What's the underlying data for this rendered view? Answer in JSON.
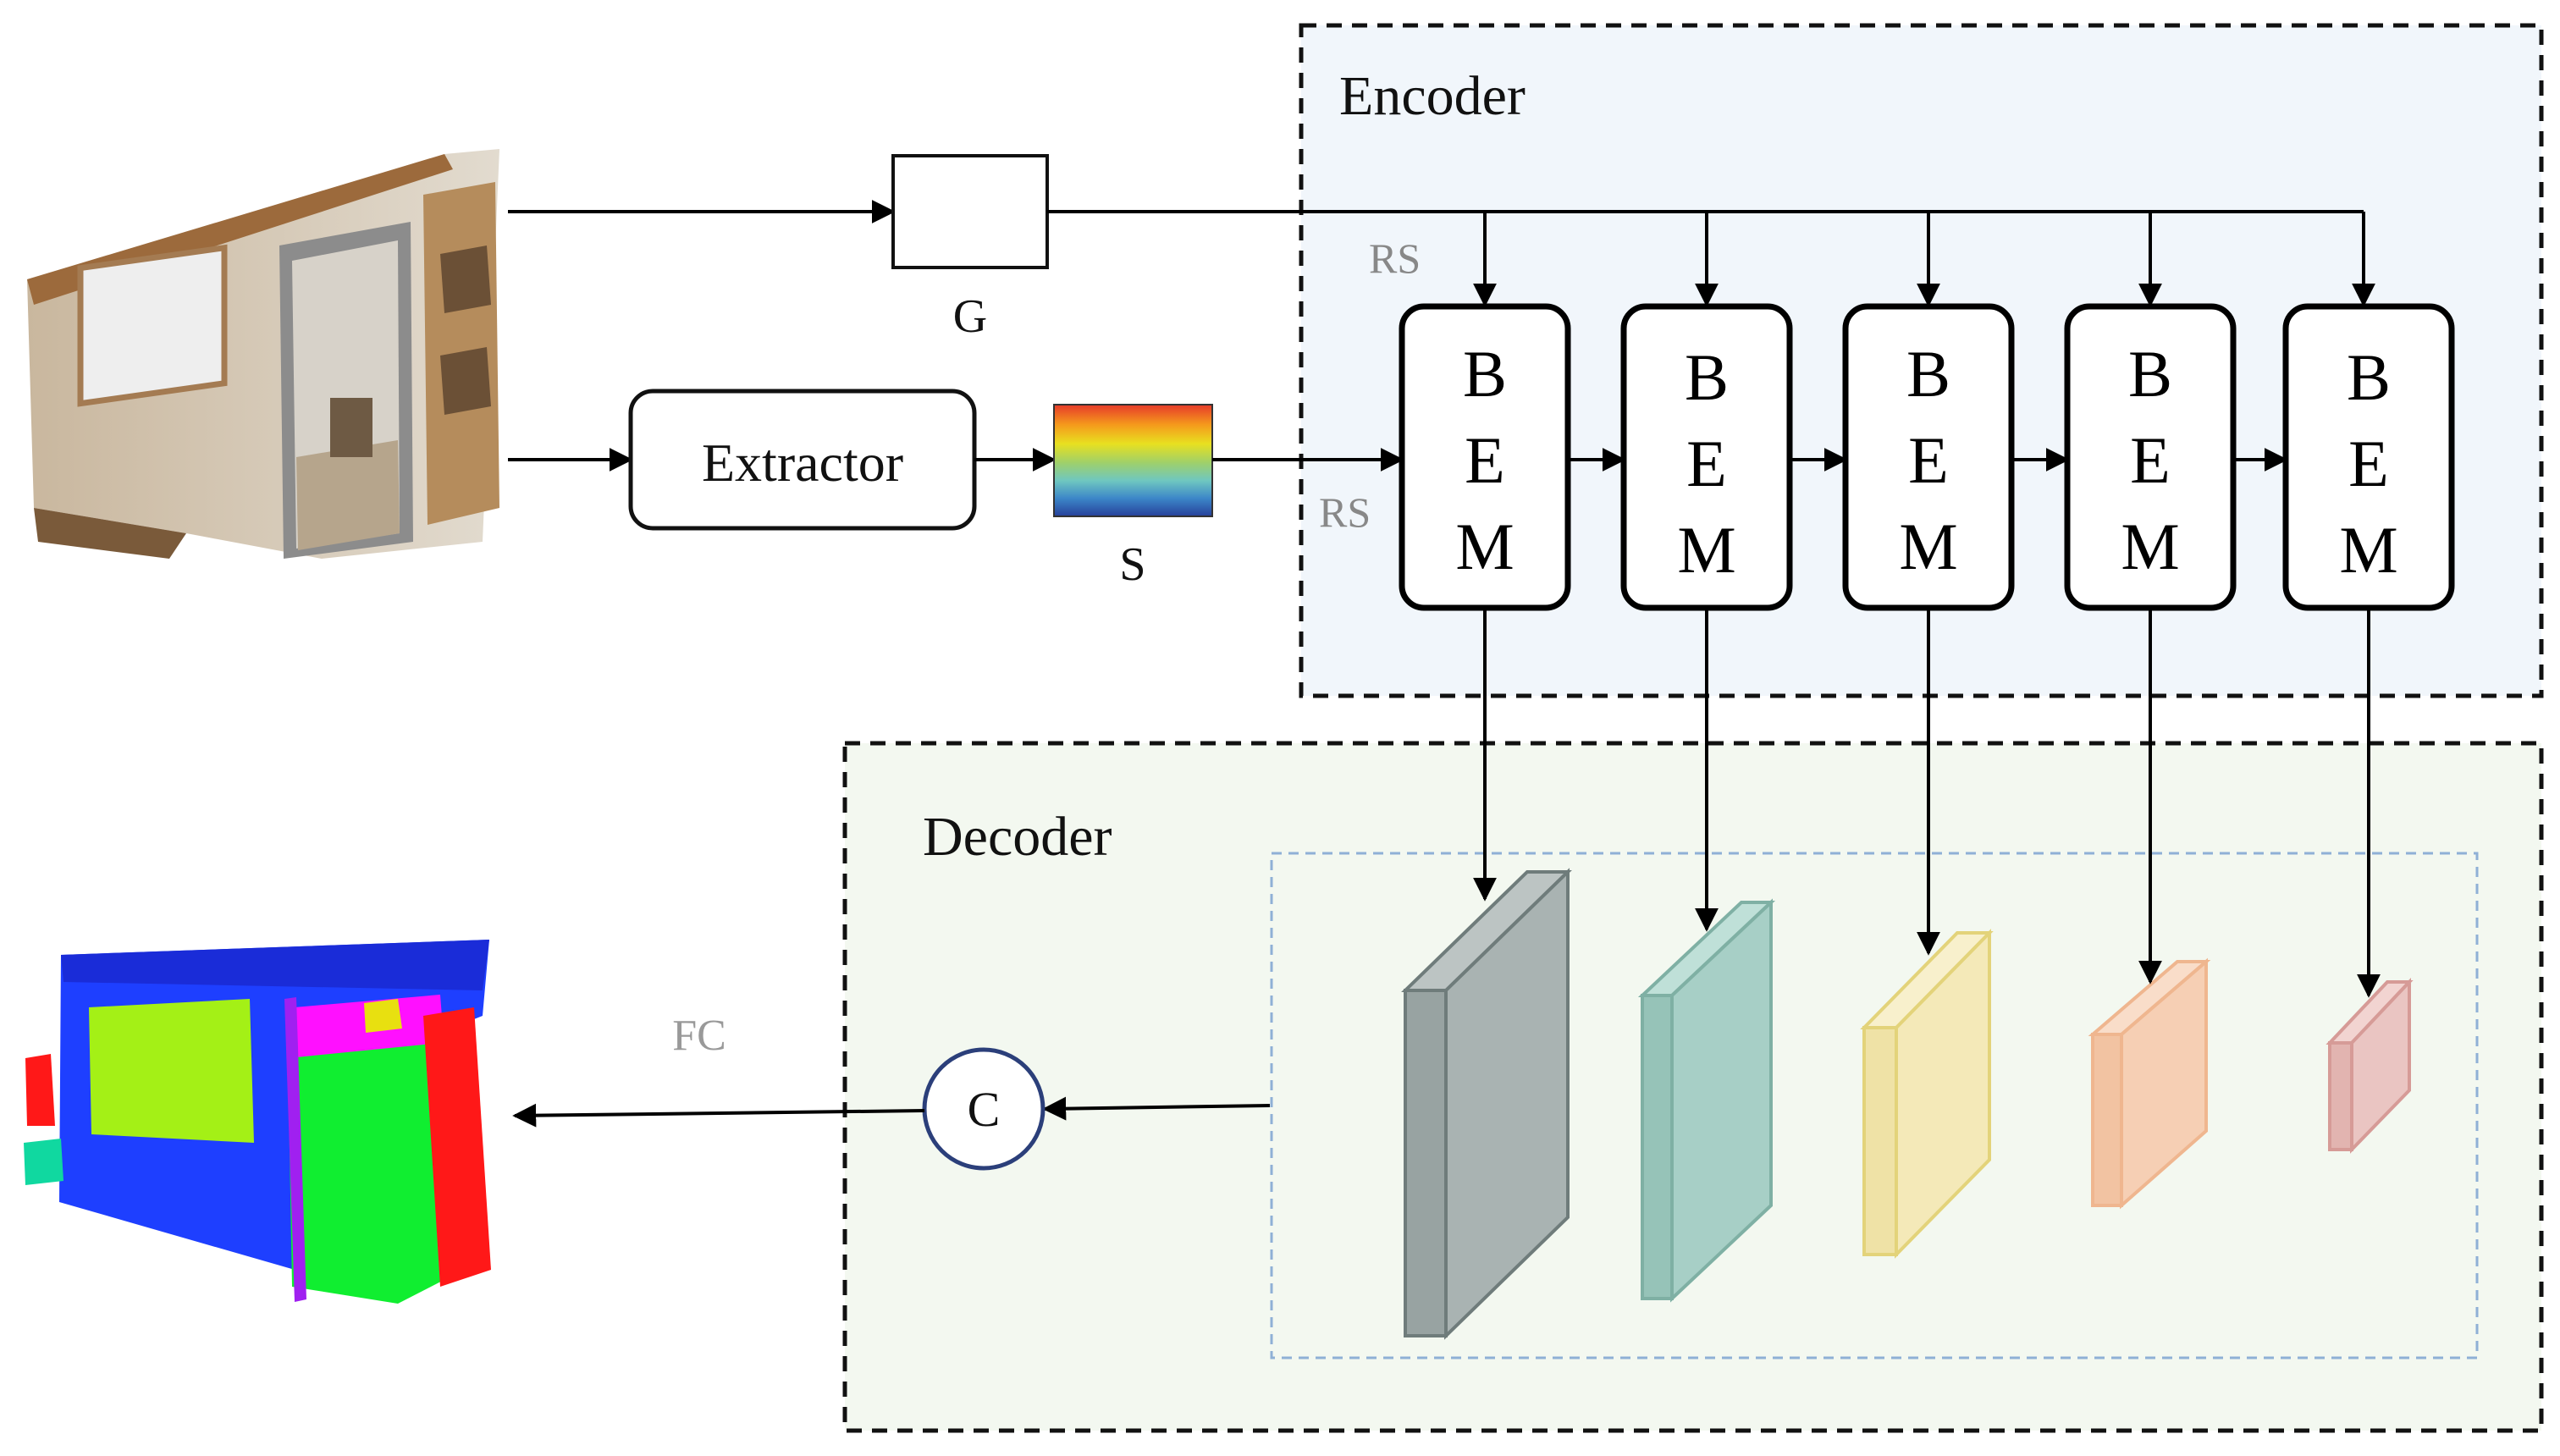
{
  "encoder": {
    "title": "Encoder",
    "bg": "#f1f6fb"
  },
  "decoder": {
    "title": "Decoder",
    "bg": "#f3f8f0"
  },
  "labels": {
    "g": "G",
    "s": "S",
    "extractor": "Extractor",
    "rs_top": "RS",
    "rs_bottom": "RS",
    "fc": "FC",
    "concat": "C"
  },
  "bem_blocks": [
    {
      "lines": [
        "B",
        "E",
        "M"
      ]
    },
    {
      "lines": [
        "B",
        "E",
        "M"
      ]
    },
    {
      "lines": [
        "B",
        "E",
        "M"
      ]
    },
    {
      "lines": [
        "B",
        "E",
        "M"
      ]
    },
    {
      "lines": [
        "B",
        "E",
        "M"
      ]
    }
  ],
  "feature_maps": [
    {
      "name": "feature-map-1",
      "color": "#a9b3b2"
    },
    {
      "name": "feature-map-2",
      "color": "#a7cfc6"
    },
    {
      "name": "feature-map-3",
      "color": "#f4e9b8"
    },
    {
      "name": "feature-map-4",
      "color": "#f6cfb4"
    },
    {
      "name": "feature-map-5",
      "color": "#eac5c2"
    }
  ],
  "colors": {
    "line": "#000000",
    "rs_text": "#888888",
    "fc_text": "#999999",
    "feature_frame": "#8fb0d6"
  }
}
